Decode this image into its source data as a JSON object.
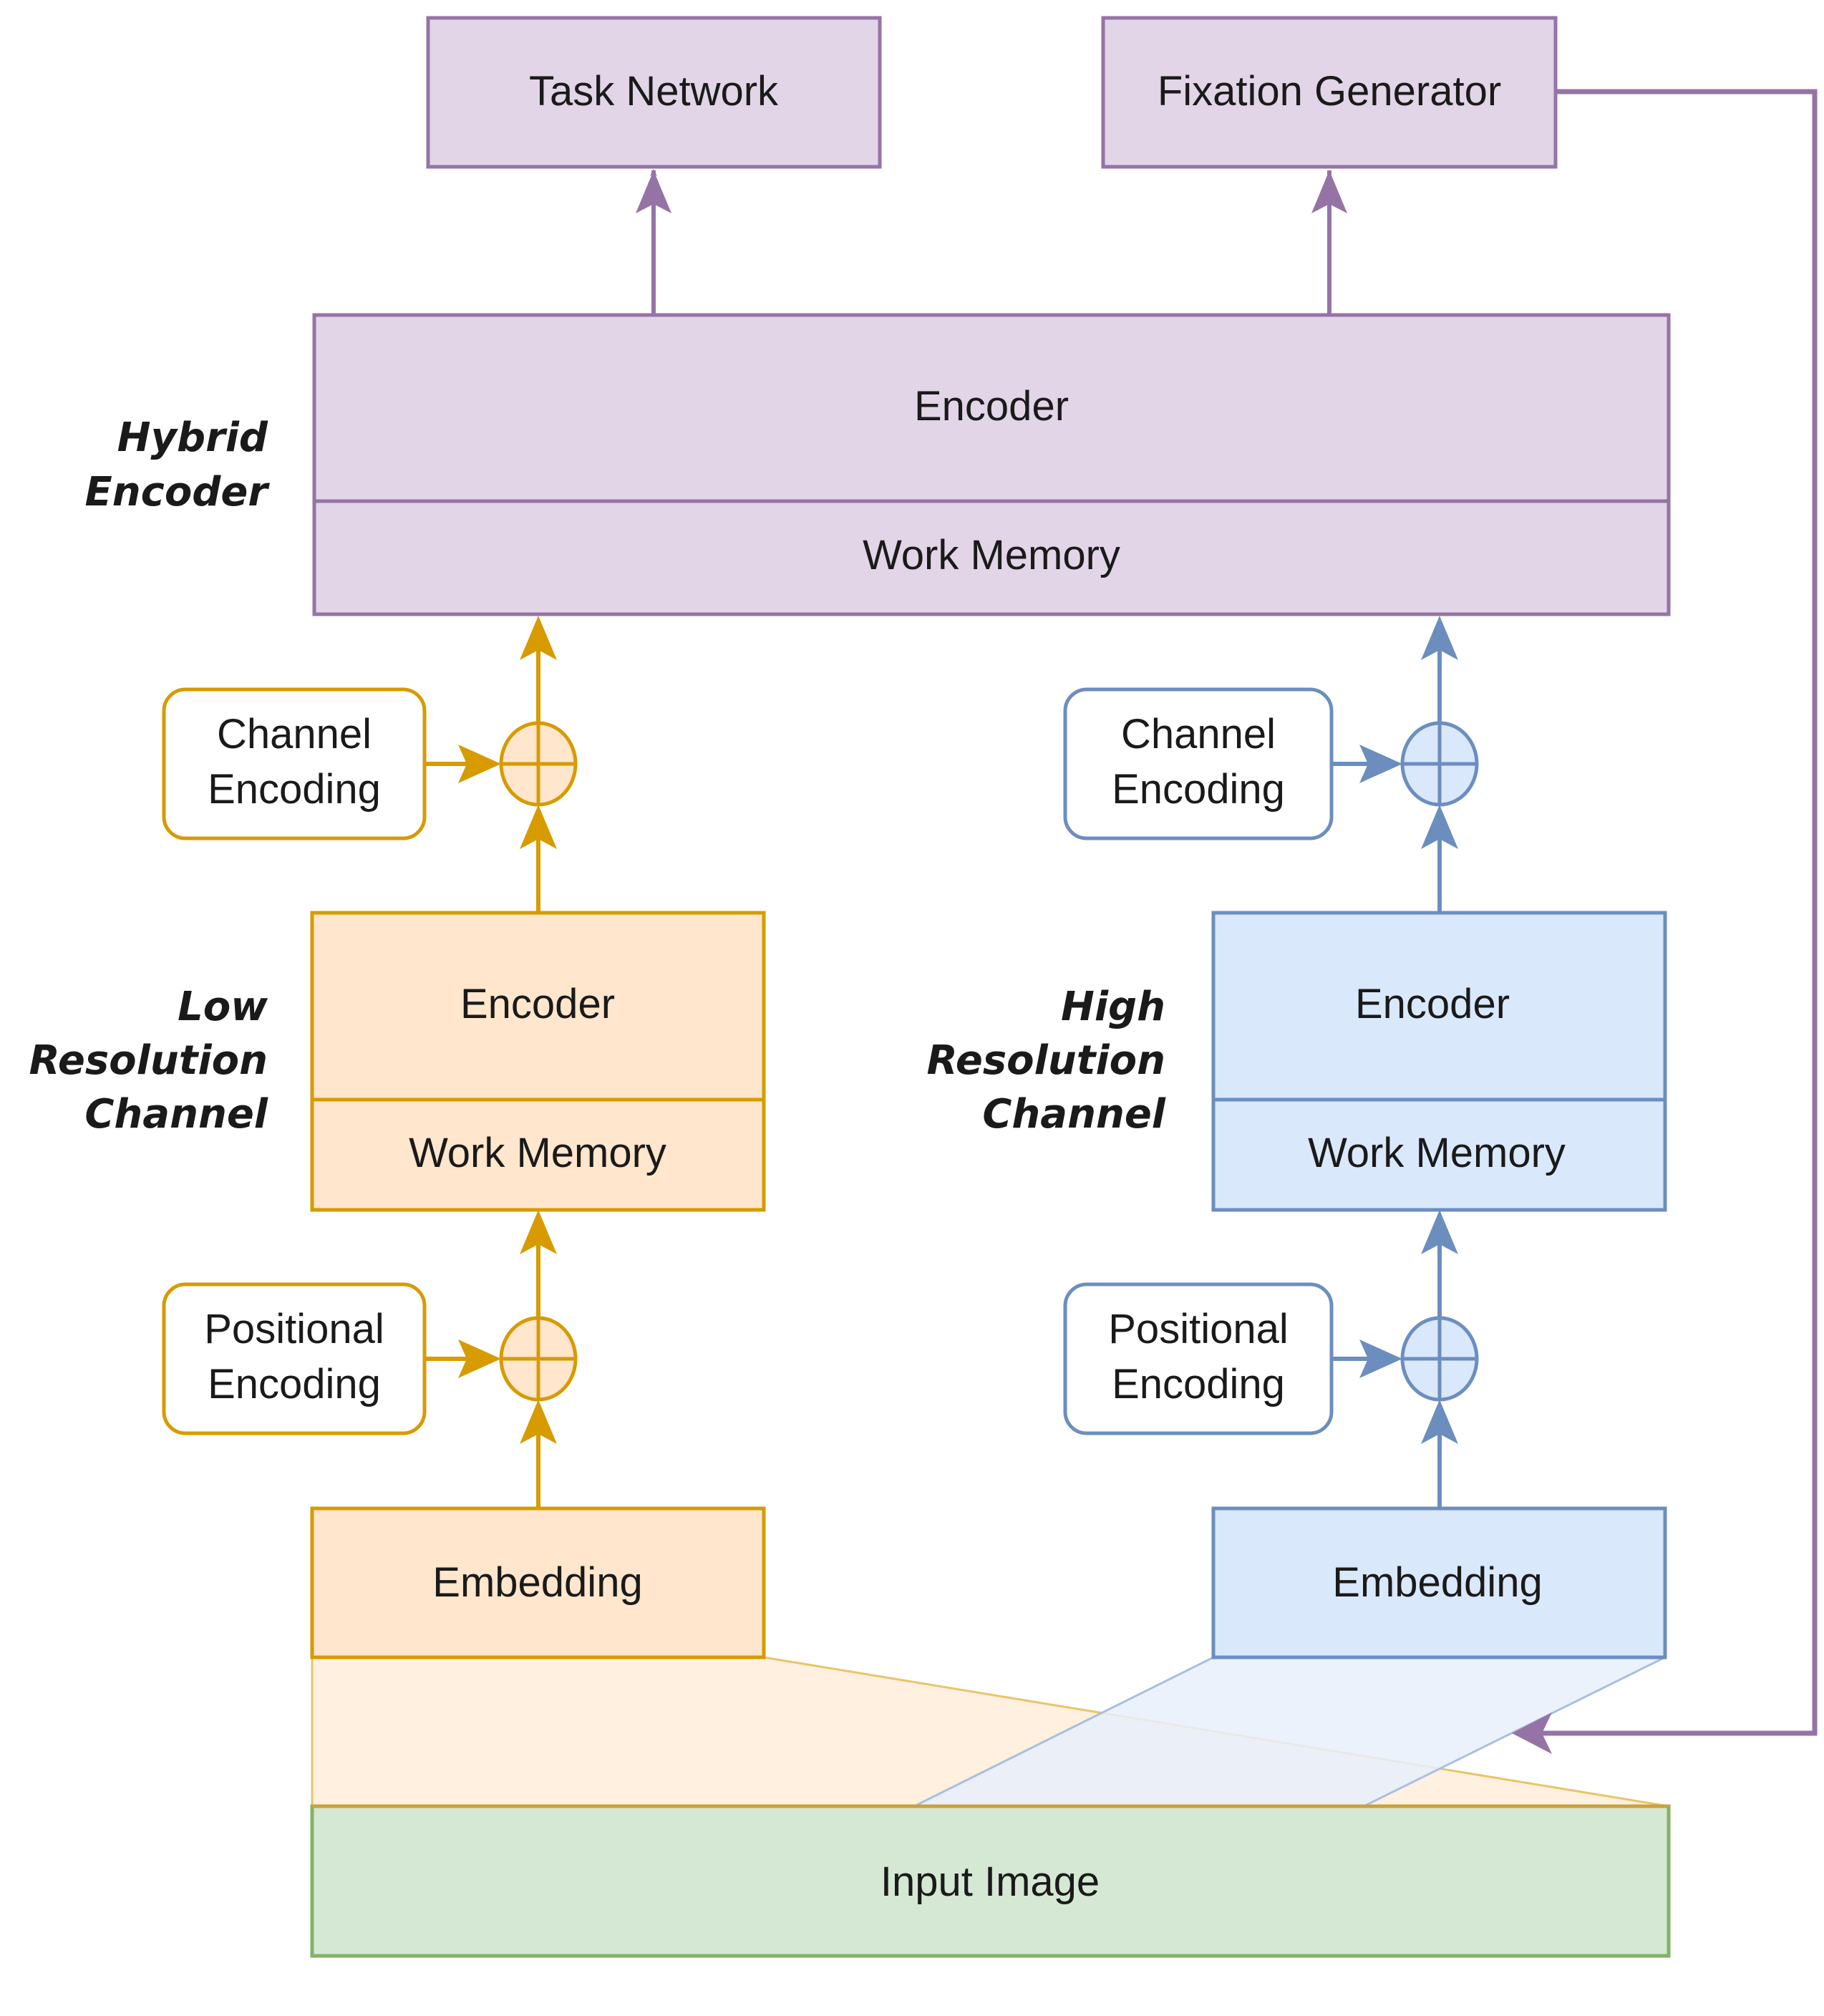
{
  "colors": {
    "purple_stroke": "#9673a6",
    "purple_fill": "#e1d5e7",
    "orange_stroke": "#d79b00",
    "orange_fill": "#ffe6cc",
    "orange_light": "#fff0e0",
    "blue_stroke": "#6c8ebf",
    "blue_fill": "#dae8fc",
    "blue_light": "#e8f0fc",
    "overlap_fill": "#e9eaee",
    "green_stroke": "#82b366",
    "green_fill": "#d5e8d4"
  },
  "top": {
    "task_network": "Task Network",
    "fixation_generator": "Fixation Generator"
  },
  "hybrid": {
    "label_line1": "Hybrid",
    "label_line2": "Encoder",
    "encoder": "Encoder",
    "work_memory": "Work Memory"
  },
  "low_channel": {
    "label_line1": "Low",
    "label_line2": "Resolution",
    "label_line3": "Channel",
    "channel_encoding_line1": "Channel",
    "channel_encoding_line2": "Encoding",
    "encoder": "Encoder",
    "work_memory": "Work Memory",
    "positional_encoding_line1": "Positional",
    "positional_encoding_line2": "Encoding",
    "embedding": "Embedding"
  },
  "high_channel": {
    "label_line1": "High",
    "label_line2": "Resolution",
    "label_line3": "Channel",
    "channel_encoding_line1": "Channel",
    "channel_encoding_line2": "Encoding",
    "encoder": "Encoder",
    "work_memory": "Work Memory",
    "positional_encoding_line1": "Positional",
    "positional_encoding_line2": "Encoding",
    "embedding": "Embedding"
  },
  "input": {
    "label": "Input Image"
  }
}
